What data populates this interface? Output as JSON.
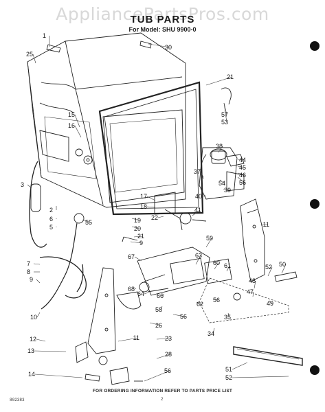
{
  "watermark": "AppliancePartsPros.com",
  "title": "TUB PARTS",
  "model": "For Model: SHU 9900-0",
  "footer": "FOR ORDERING INFORMATION REFER TO PARTS PRICE LIST",
  "doc_code": "802383",
  "page_number": "2",
  "callouts": [
    "1",
    "25",
    "30",
    "21",
    "15",
    "16",
    "57",
    "53",
    "38",
    "44",
    "45",
    "46",
    "56",
    "54",
    "39",
    "37",
    "3",
    "40",
    "17",
    "18",
    "41",
    "22",
    "2",
    "6",
    "5",
    "55",
    "19",
    "20",
    "11",
    "21",
    "9",
    "59",
    "7",
    "8",
    "67",
    "63",
    "60",
    "61",
    "52",
    "50",
    "9",
    "64",
    "66",
    "68",
    "48",
    "47",
    "49",
    "10",
    "58",
    "56",
    "62",
    "56",
    "26",
    "34",
    "35",
    "12",
    "23",
    "13",
    "11",
    "28",
    "51",
    "14",
    "56",
    "52"
  ]
}
